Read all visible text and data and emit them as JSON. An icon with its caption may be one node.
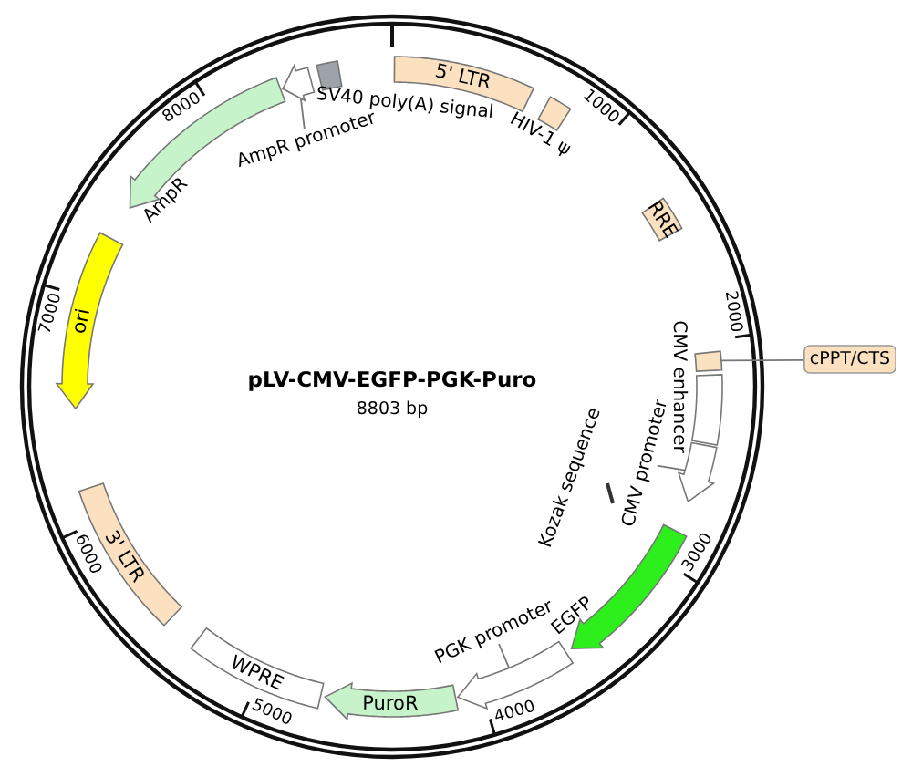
{
  "diagram": {
    "title": "pLV-CMV-EGFP-PGK-Puro",
    "nodes": [
      {
        "text": [
          "5' LTR"
        ]
      },
      {
        "text": [],
        "shape": "box",
        "beside": [
          "HIV-1 ψ"
        ]
      },
      {
        "text": [
          "RRE"
        ]
      },
      {
        "text": [
          "cPPT/CTS"
        ]
      },
      {
        "text": [],
        "shape": "box"
      },
      {
        "text": [],
        "shape": "box",
        "beside": [
          "CMV enhancer"
        ]
      },
      {
        "text": [
          "CMV promoter"
        ]
      },
      {
        "text": [],
        "shape": "arrow"
      },
      {
        "text": [],
        "shape": "bar",
        "beside": [
          "Kozak sequence"
        ]
      },
      {
        "text": [],
        "shape": "arrow",
        "beside": [
          "EGFP"
        ]
      },
      {
        "text": [
          "PGK promoter"
        ]
      },
      {
        "text": [],
        "shape": "arrow"
      },
      {
        "text": [
          "PuroR"
        ]
      },
      {
        "text": [
          "WPRE"
        ]
      },
      {
        "text": [
          "3' LTR"
        ]
      },
      {
        "text": [
          "ori"
        ]
      },
      {
        "text": [],
        "shape": "arrow",
        "beside": [
          "AmpR"
        ]
      },
      {
        "text": [
          "AmpR promoter"
        ]
      },
      {
        "text": [],
        "shape": "arrow"
      },
      {
        "text": [],
        "shape": "box",
        "beside": [
          "SV40 poly(A) signal"
        ]
      }
    ],
    "edges": [
      {
        "from": 3,
        "to": 4,
        "arrow": "none"
      },
      {
        "from": 6,
        "to": 7,
        "arrow": "none"
      },
      {
        "from": 10,
        "to": 11,
        "arrow": "none"
      },
      {
        "from": 17,
        "to": 18,
        "arrow": "none"
      }
    ],
    "labels": [
      "8803 bp",
      "1000",
      "2000",
      "3000",
      "4000",
      "5000",
      "6000",
      "7000",
      "8000"
    ]
  }
}
